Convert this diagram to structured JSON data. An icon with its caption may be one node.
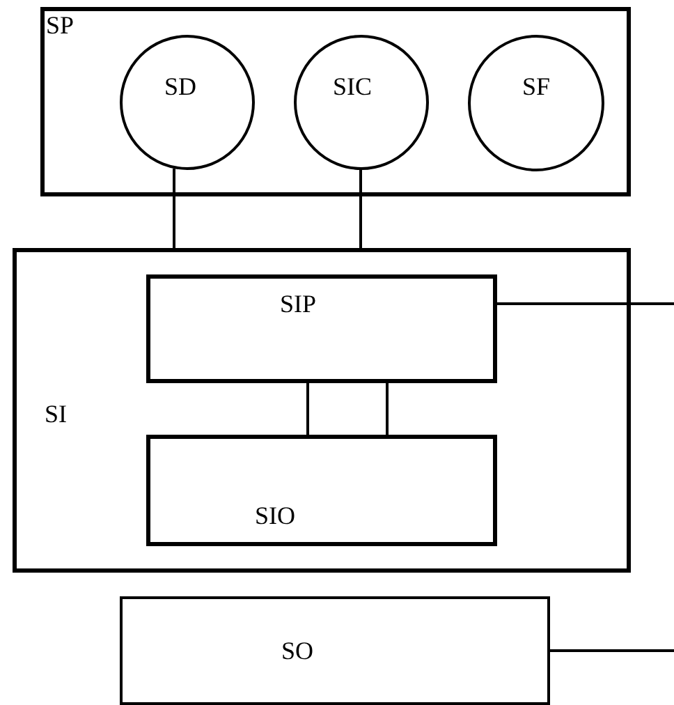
{
  "diagram": {
    "nodes": [
      {
        "text": [
          "SP"
        ]
      },
      {
        "text": [
          "SD"
        ],
        "in": 0
      },
      {
        "text": [
          "SIC"
        ],
        "in": 0
      },
      {
        "text": [
          "SF"
        ],
        "in": 0
      },
      {
        "text": [
          "SI"
        ]
      },
      {
        "text": [
          "SIP"
        ],
        "in": 4
      },
      {
        "text": [
          "SIO"
        ],
        "in": 4
      },
      {
        "text": [
          "SO"
        ]
      }
    ],
    "edges": [
      {
        "from": 1,
        "to": 4,
        "arrow": "none"
      },
      {
        "from": 2,
        "to": 4,
        "arrow": "none"
      },
      {
        "from": 5,
        "to": null,
        "arrow": "none"
      },
      {
        "from": 5,
        "to": 6,
        "arrow": "none"
      },
      {
        "from": 5,
        "to": 6,
        "arrow": "none"
      },
      {
        "from": 7,
        "to": null,
        "arrow": "none"
      }
    ]
  }
}
